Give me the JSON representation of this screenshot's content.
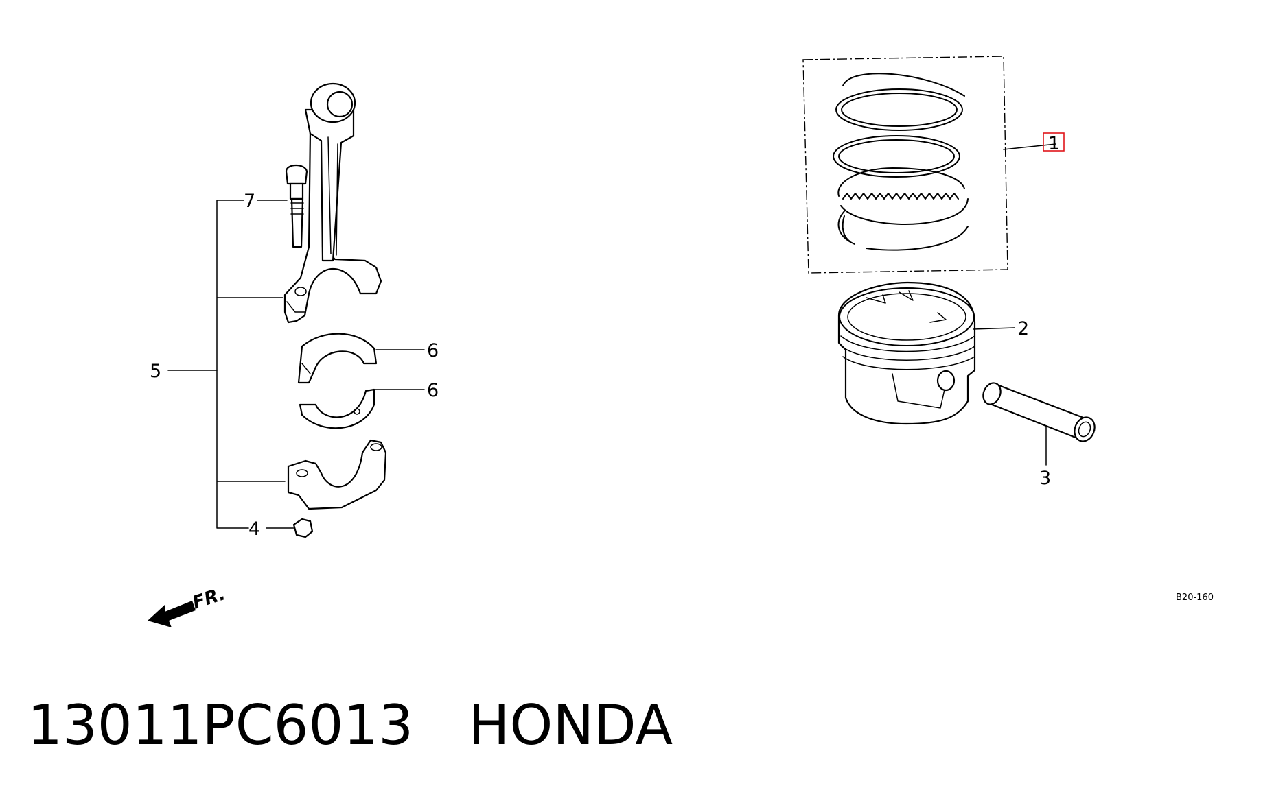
{
  "diagram": {
    "callouts": {
      "piston_ring_set": "1",
      "piston": "2",
      "piston_pin": "3",
      "nut": "4",
      "connecting_rod_assembly": "5",
      "bearing_upper": "6",
      "bearing_lower": "6",
      "bolt": "7"
    },
    "highlighted_callout": "1",
    "direction_label": "FR.",
    "reference_code": "B20-160",
    "colors": {
      "highlight": "#e0161b",
      "line": "#000000",
      "background": "#ffffff"
    }
  },
  "caption": {
    "part_number": "13011PC6013",
    "brand": "HONDA"
  }
}
